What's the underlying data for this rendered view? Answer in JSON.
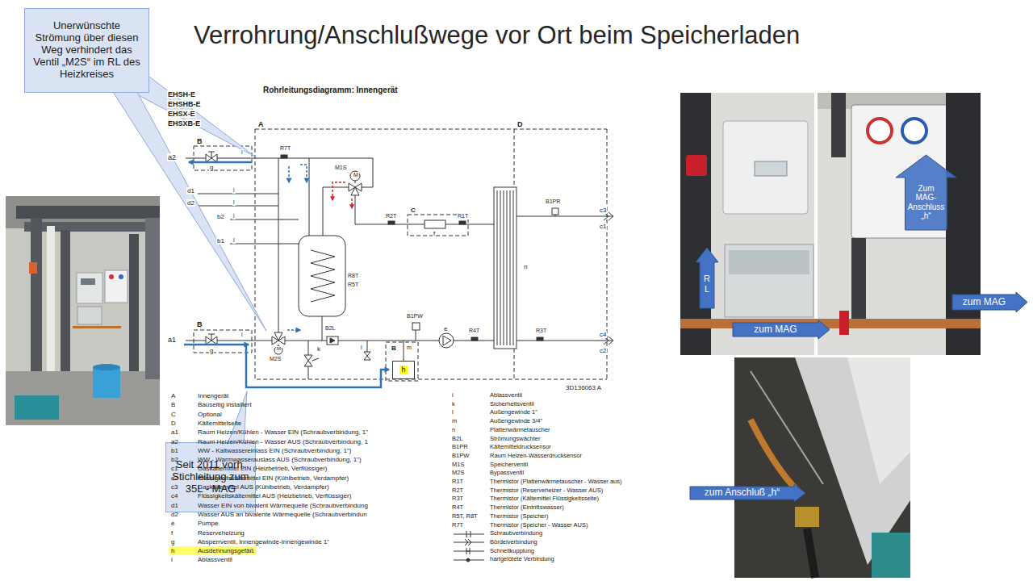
{
  "diagram": {
    "title": "Verrohrung/Anschlußwege vor Ort beim Speicherladen",
    "nodes": [
      {
        "text": [
          "Unerwünschte Strömung über diesen Weg verhindert das Ventil „M2S“ im RL des Heizkreises"
        ]
      },
      {
        "text": [
          "h"
        ]
      },
      {
        "text": [
          "Zum MAG- Anschluss „h“"
        ]
      },
      {
        "text": [
          "R L"
        ]
      },
      {
        "text": [
          "zum MAG"
        ]
      },
      {
        "text": [
          "zum MAG"
        ]
      },
      {
        "text": [
          "Seit 2011 vorh. Stichleitung zum 35L - MAG"
        ]
      },
      {
        "text": [
          "zum Anschluß „h“"
        ]
      }
    ],
    "labels": [
      "EHSH-E",
      "EHSHB-E",
      "EHSX-E",
      "EHSXB-E",
      "Rohrleitungsdiagramm: Innengerät",
      "A",
      "D",
      "B",
      "a2",
      "g",
      "l",
      "R7T",
      "d1",
      "l",
      "d2",
      "l",
      "b2",
      "l",
      "b1",
      "l",
      "M",
      "M1S",
      "C",
      "R2T",
      "f",
      "R1T",
      "B1PR",
      "c3",
      "c1",
      "n",
      "R8T",
      "R5T",
      "B1PW",
      "B",
      "m",
      "e",
      "R4T",
      "R3T",
      "c4",
      "c2",
      "a1",
      "B",
      "g",
      "l",
      "M",
      "M2S",
      "B2L",
      "k",
      "i",
      "3D136063 A",
      "A",
      "Innengerät",
      "B",
      "Bauseitig installiert",
      "C",
      "Optional",
      "D",
      "Kältemittelseite",
      "a1",
      "Raum Heizen/Kühlen - Wasser EIN (Schraubverbindung, 1\"",
      "a2",
      "Raum Heizen/Kühlen - Wasser AUS (Schraubverbindung, 1",
      "b1",
      "WW - Kaltwassereinlass EIN (Schraubverbindung, 1\")",
      "b2",
      "WW - Warmwasserauslass AUS (Schraubverbindung, 1\")",
      "c1",
      "Gaskältemittel EIN (Heizbetrieb, Verflüssiger)",
      "c2",
      "Flüssigkeitskältemittel EIN (Kühlbetrieb, Verdampfer)",
      "c3",
      "Gaskältemittel AUS (Kühlbetrieb, Verdampfer)",
      "c4",
      "Flüssigkeitskältemittel AUS (Heizbetrieb, Verflüssiger)",
      "d1",
      "Wasser EIN von bivalent Wärmequelle (Schraubverbindung",
      "d2",
      "Wasser AUS an bivalente Wärmequelle (Schraubverbindun",
      "e",
      "Pumpe",
      "f",
      "Reserveheizung",
      "g",
      "Absperrventil, Innengewinde-Innengewinde 1\"",
      "h",
      "Ausdehnungsgefäß",
      "i",
      "Ablassventil",
      "i",
      "Ablassventil",
      "k",
      "Sicherheitsventil",
      "l",
      "Außengewinde 1\"",
      "m",
      "Außengewinde 3/4\"",
      "n",
      "Plattenwärmetauscher",
      "B2L",
      "Strömungswächter",
      "B1PR",
      "Kältemitteldrucksensor",
      "B1PW",
      "Raum Heizen-Wasserdrucksensor",
      "M1S",
      "Speicherventil",
      "M2S",
      "Bypassventil",
      "R1T",
      "Thermistor (Plattenwärmetauscher - Wasser aus)",
      "R2T",
      "Thermistor (Reserveheizer - Wasser AUS)",
      "R3T",
      "Thermistor (Kältemittel Flüssigkeitsseite)",
      "R4T",
      "Thermistor (Eintrittswasser)",
      "R5T, R8T",
      "Thermistor (Speicher)",
      "R7T",
      "Thermistor (Speicher - Wasser AUS)"
    ],
    "legend": [
      {
        "text": "Schraubverbindung"
      },
      {
        "text": "Bördelverbindung"
      },
      {
        "text": "Schnellkupplung"
      },
      {
        "text": "hartgelötete Verbindung"
      }
    ]
  }
}
